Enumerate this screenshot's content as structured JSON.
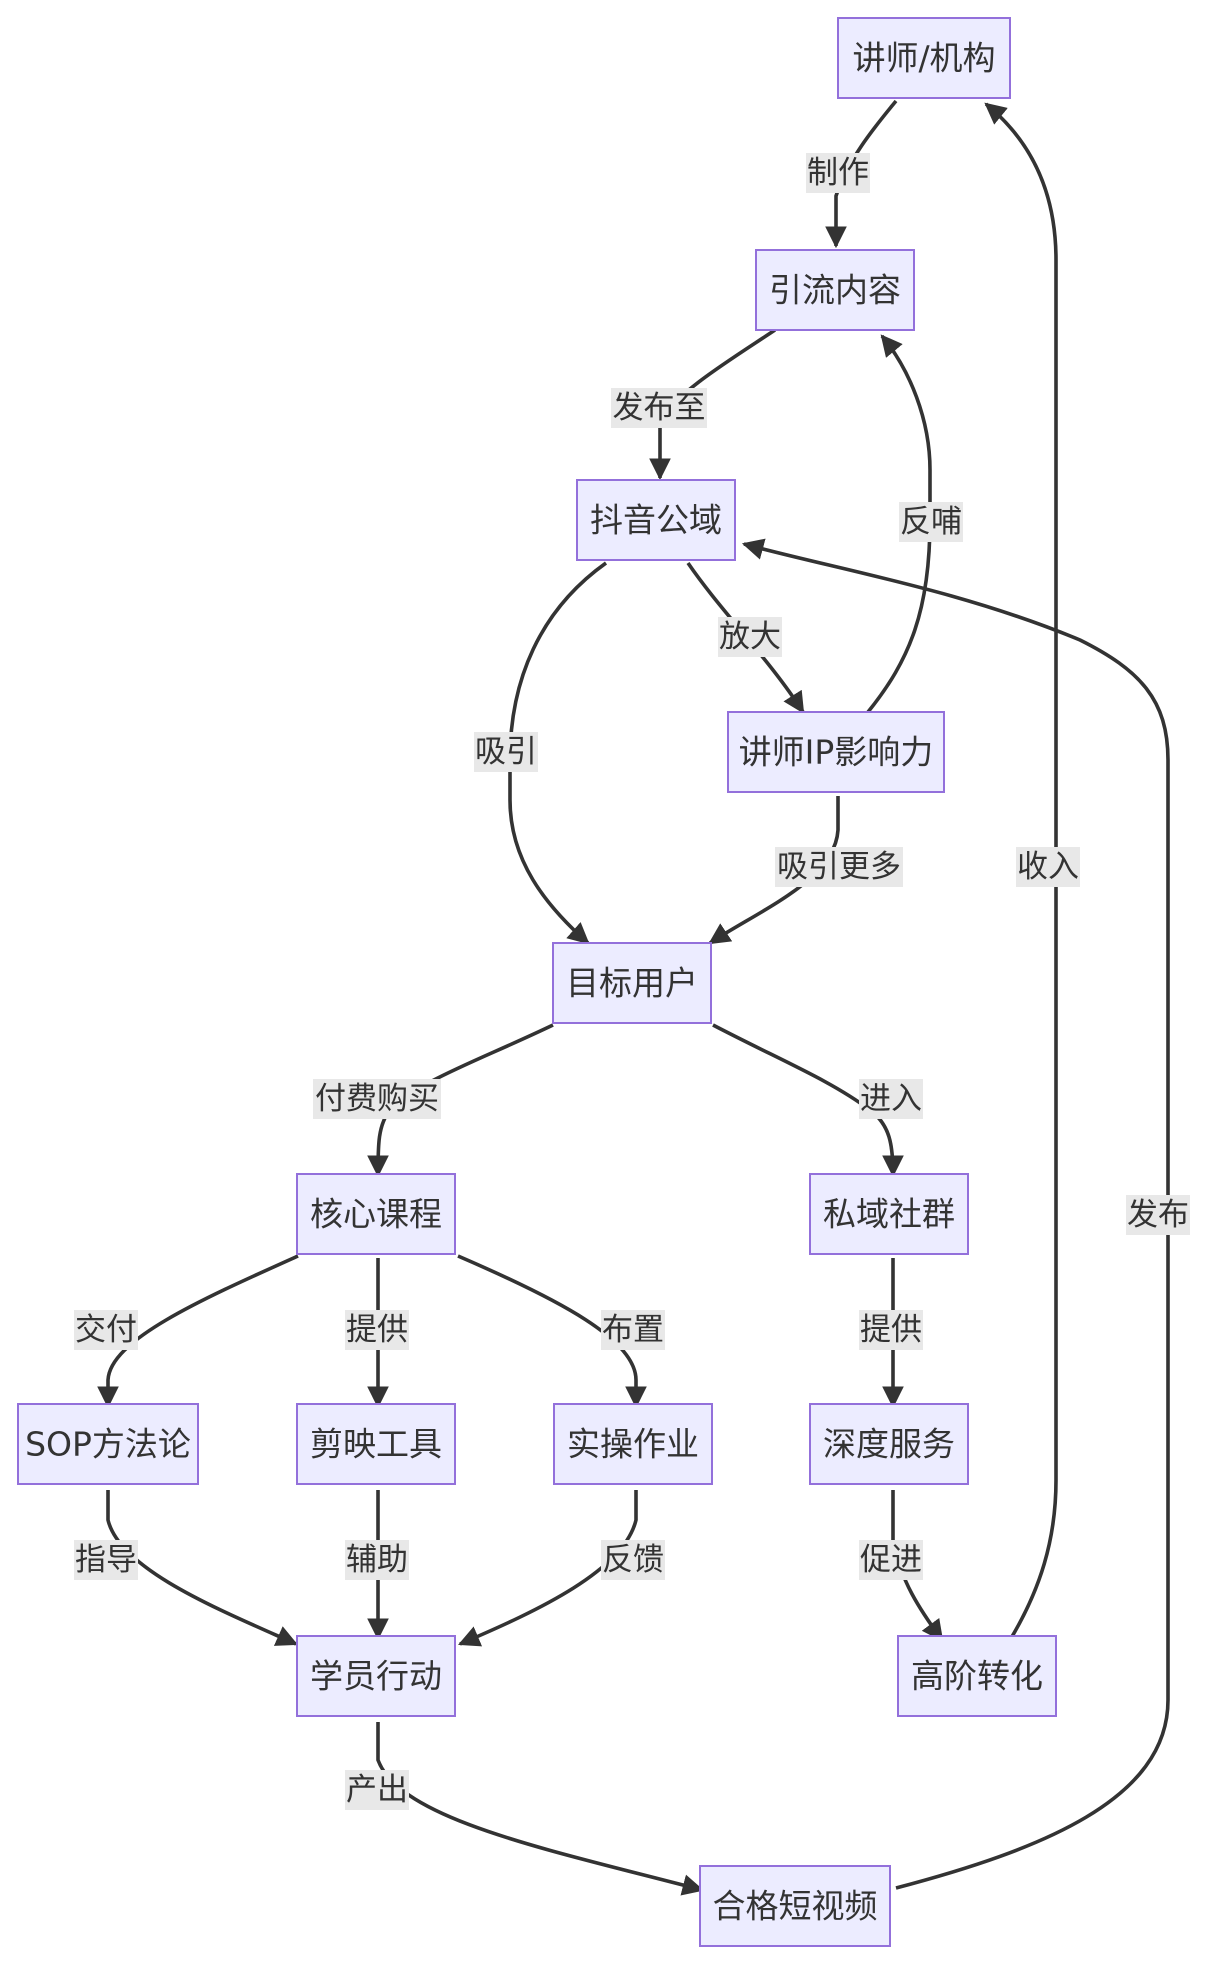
{
  "nodes": {
    "lecturer": "讲师/机构",
    "content": "引流内容",
    "douyin": "抖音公域",
    "ip": "讲师IP影响力",
    "users": "目标用户",
    "course": "核心课程",
    "private": "私域社群",
    "sop": "SOP方法论",
    "capcut": "剪映工具",
    "homework": "实操作业",
    "service": "深度服务",
    "action": "学员行动",
    "conversion": "高阶转化",
    "video": "合格短视频"
  },
  "edges": {
    "make": "制作",
    "publish_to": "发布至",
    "amplify": "放大",
    "feedback_ip": "反哺",
    "attract": "吸引",
    "attract_more": "吸引更多",
    "pay": "付费购买",
    "enter": "进入",
    "deliver": "交付",
    "provide_tool": "提供",
    "assign": "布置",
    "provide_service": "提供",
    "guide": "指导",
    "assist": "辅助",
    "feedback_hw": "反馈",
    "promote": "促进",
    "output": "产出",
    "income": "收入",
    "publish": "发布"
  },
  "colors": {
    "node_fill": "#ECECFF",
    "node_border": "#9370DB",
    "line": "#333333",
    "label_bg": "#E8E8E8",
    "text": "#333333"
  }
}
